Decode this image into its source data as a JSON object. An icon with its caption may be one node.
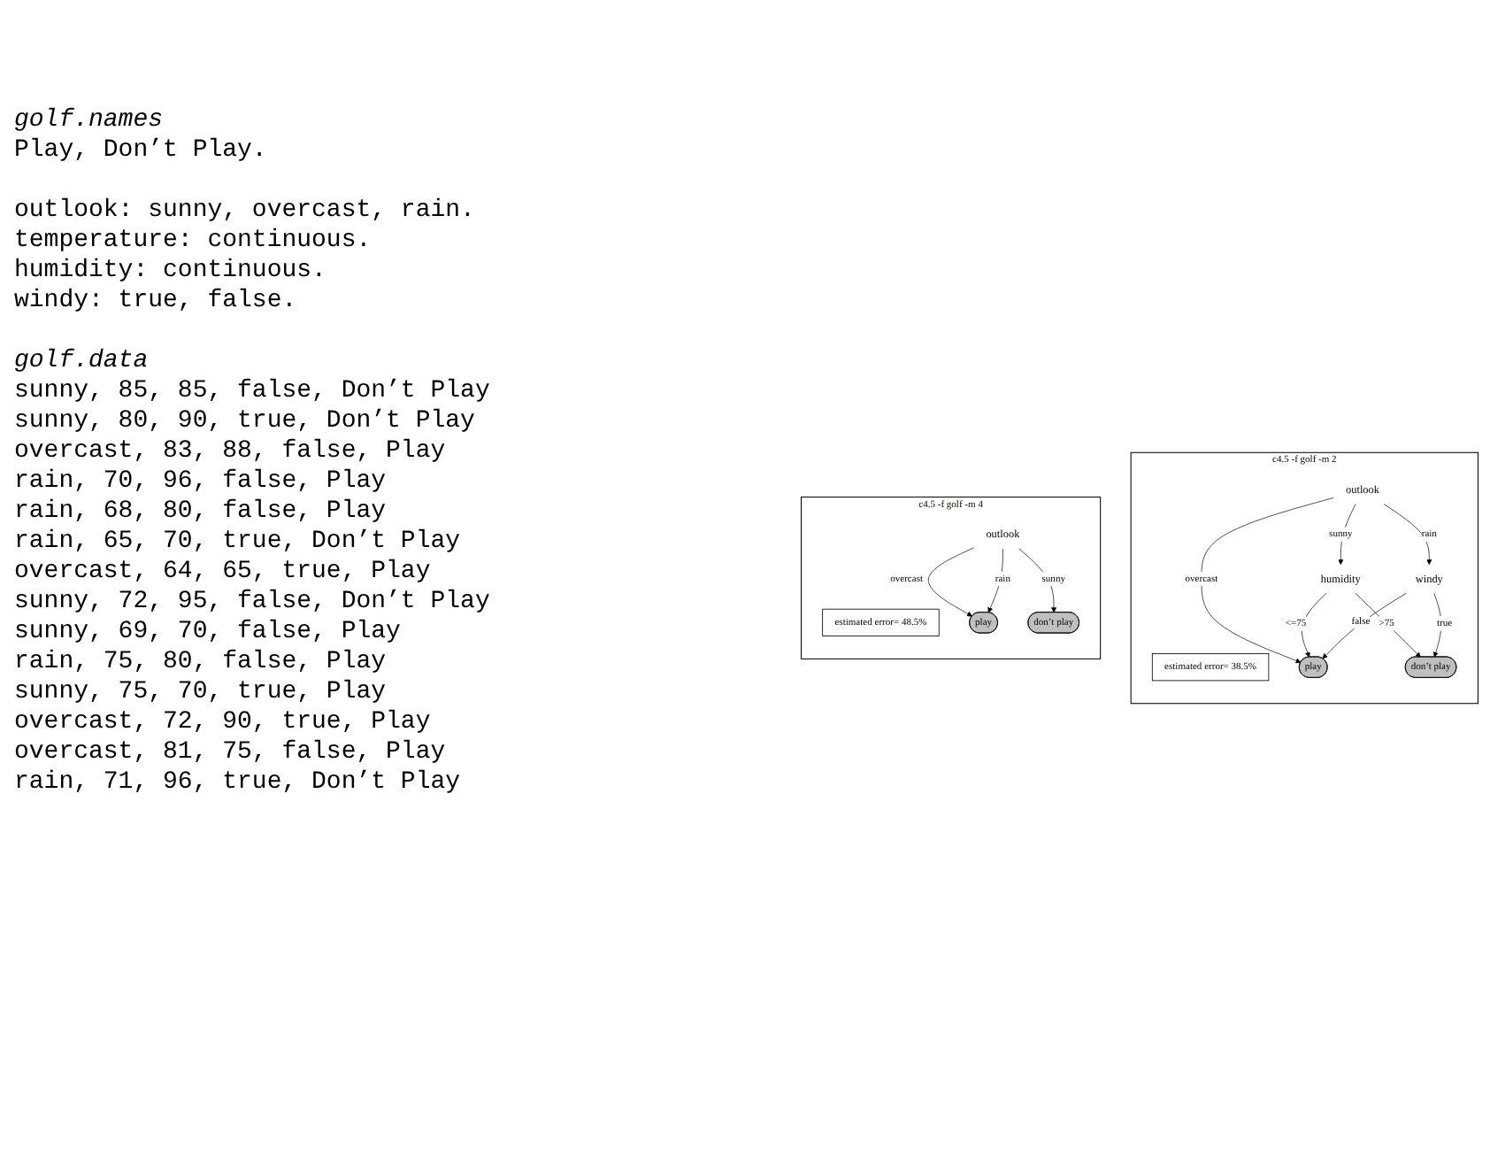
{
  "diagram": {
    "nodes": [
      {
        "text": [
          "c4.5 -f golf -m 2"
        ]
      },
      {
        "text": [
          "estimated error= 38.5%"
        ],
        "in": 0
      },
      {
        "text": [
          "outlook"
        ],
        "in": 0
      },
      {
        "text": [
          "humidity"
        ],
        "in": 0
      },
      {
        "text": [
          "windy"
        ],
        "in": 0
      },
      {
        "text": [
          "play"
        ],
        "in": 0
      },
      {
        "text": [
          "don’t play"
        ],
        "in": 0
      },
      {
        "text": [
          "c4.5 -f golf -m 4"
        ]
      },
      {
        "text": [
          "estimated error= 48.5%"
        ],
        "in": 7
      },
      {
        "text": [
          "outlook"
        ],
        "in": 7
      },
      {
        "text": [
          "play"
        ],
        "in": 7
      },
      {
        "text": [
          "don’t play"
        ],
        "in": 7
      }
    ],
    "edges": [
      {
        "from": 2,
        "to": 5,
        "arrow": "to",
        "label": "overcast"
      },
      {
        "from": 2,
        "to": 3,
        "arrow": "to",
        "label": "sunny"
      },
      {
        "from": 2,
        "to": 4,
        "arrow": "to",
        "label": "rain"
      },
      {
        "from": 3,
        "to": 5,
        "arrow": "to",
        "label": "<=75"
      },
      {
        "from": 3,
        "to": 6,
        "arrow": "to",
        "label": ">75"
      },
      {
        "from": 4,
        "to": 5,
        "arrow": "to",
        "label": "false"
      },
      {
        "from": 4,
        "to": 6,
        "arrow": "to",
        "label": "true"
      },
      {
        "from": 9,
        "to": 10,
        "arrow": "to",
        "label": "overcast"
      },
      {
        "from": 9,
        "to": 10,
        "arrow": "to",
        "label": "rain"
      },
      {
        "from": 9,
        "to": 11,
        "arrow": "to",
        "label": "sunny"
      }
    ],
    "labels": [
      "golf.names",
      "Play, Don’t Play.",
      "outlook: sunny, overcast, rain.",
      "temperature: continuous.",
      "humidity: continuous.",
      "windy: true, false.",
      "golf.data",
      "sunny, 85, 85, false, Don’t Play",
      "sunny, 80, 90, true, Don’t Play",
      "overcast, 83, 88, false, Play",
      "rain, 70, 96, false, Play",
      "rain, 68, 80, false, Play",
      "rain, 65, 70, true, Don’t Play",
      "overcast, 64, 65, true, Play",
      "sunny, 72, 95, false, Don’t Play",
      "sunny, 69, 70, false, Play",
      "rain, 75, 80, false, Play",
      "sunny, 75, 70, true, Play",
      "overcast, 72, 90, true, Play",
      "overcast, 81, 75, false, Play",
      "rain, 71, 96, true, Don’t Play"
    ]
  }
}
